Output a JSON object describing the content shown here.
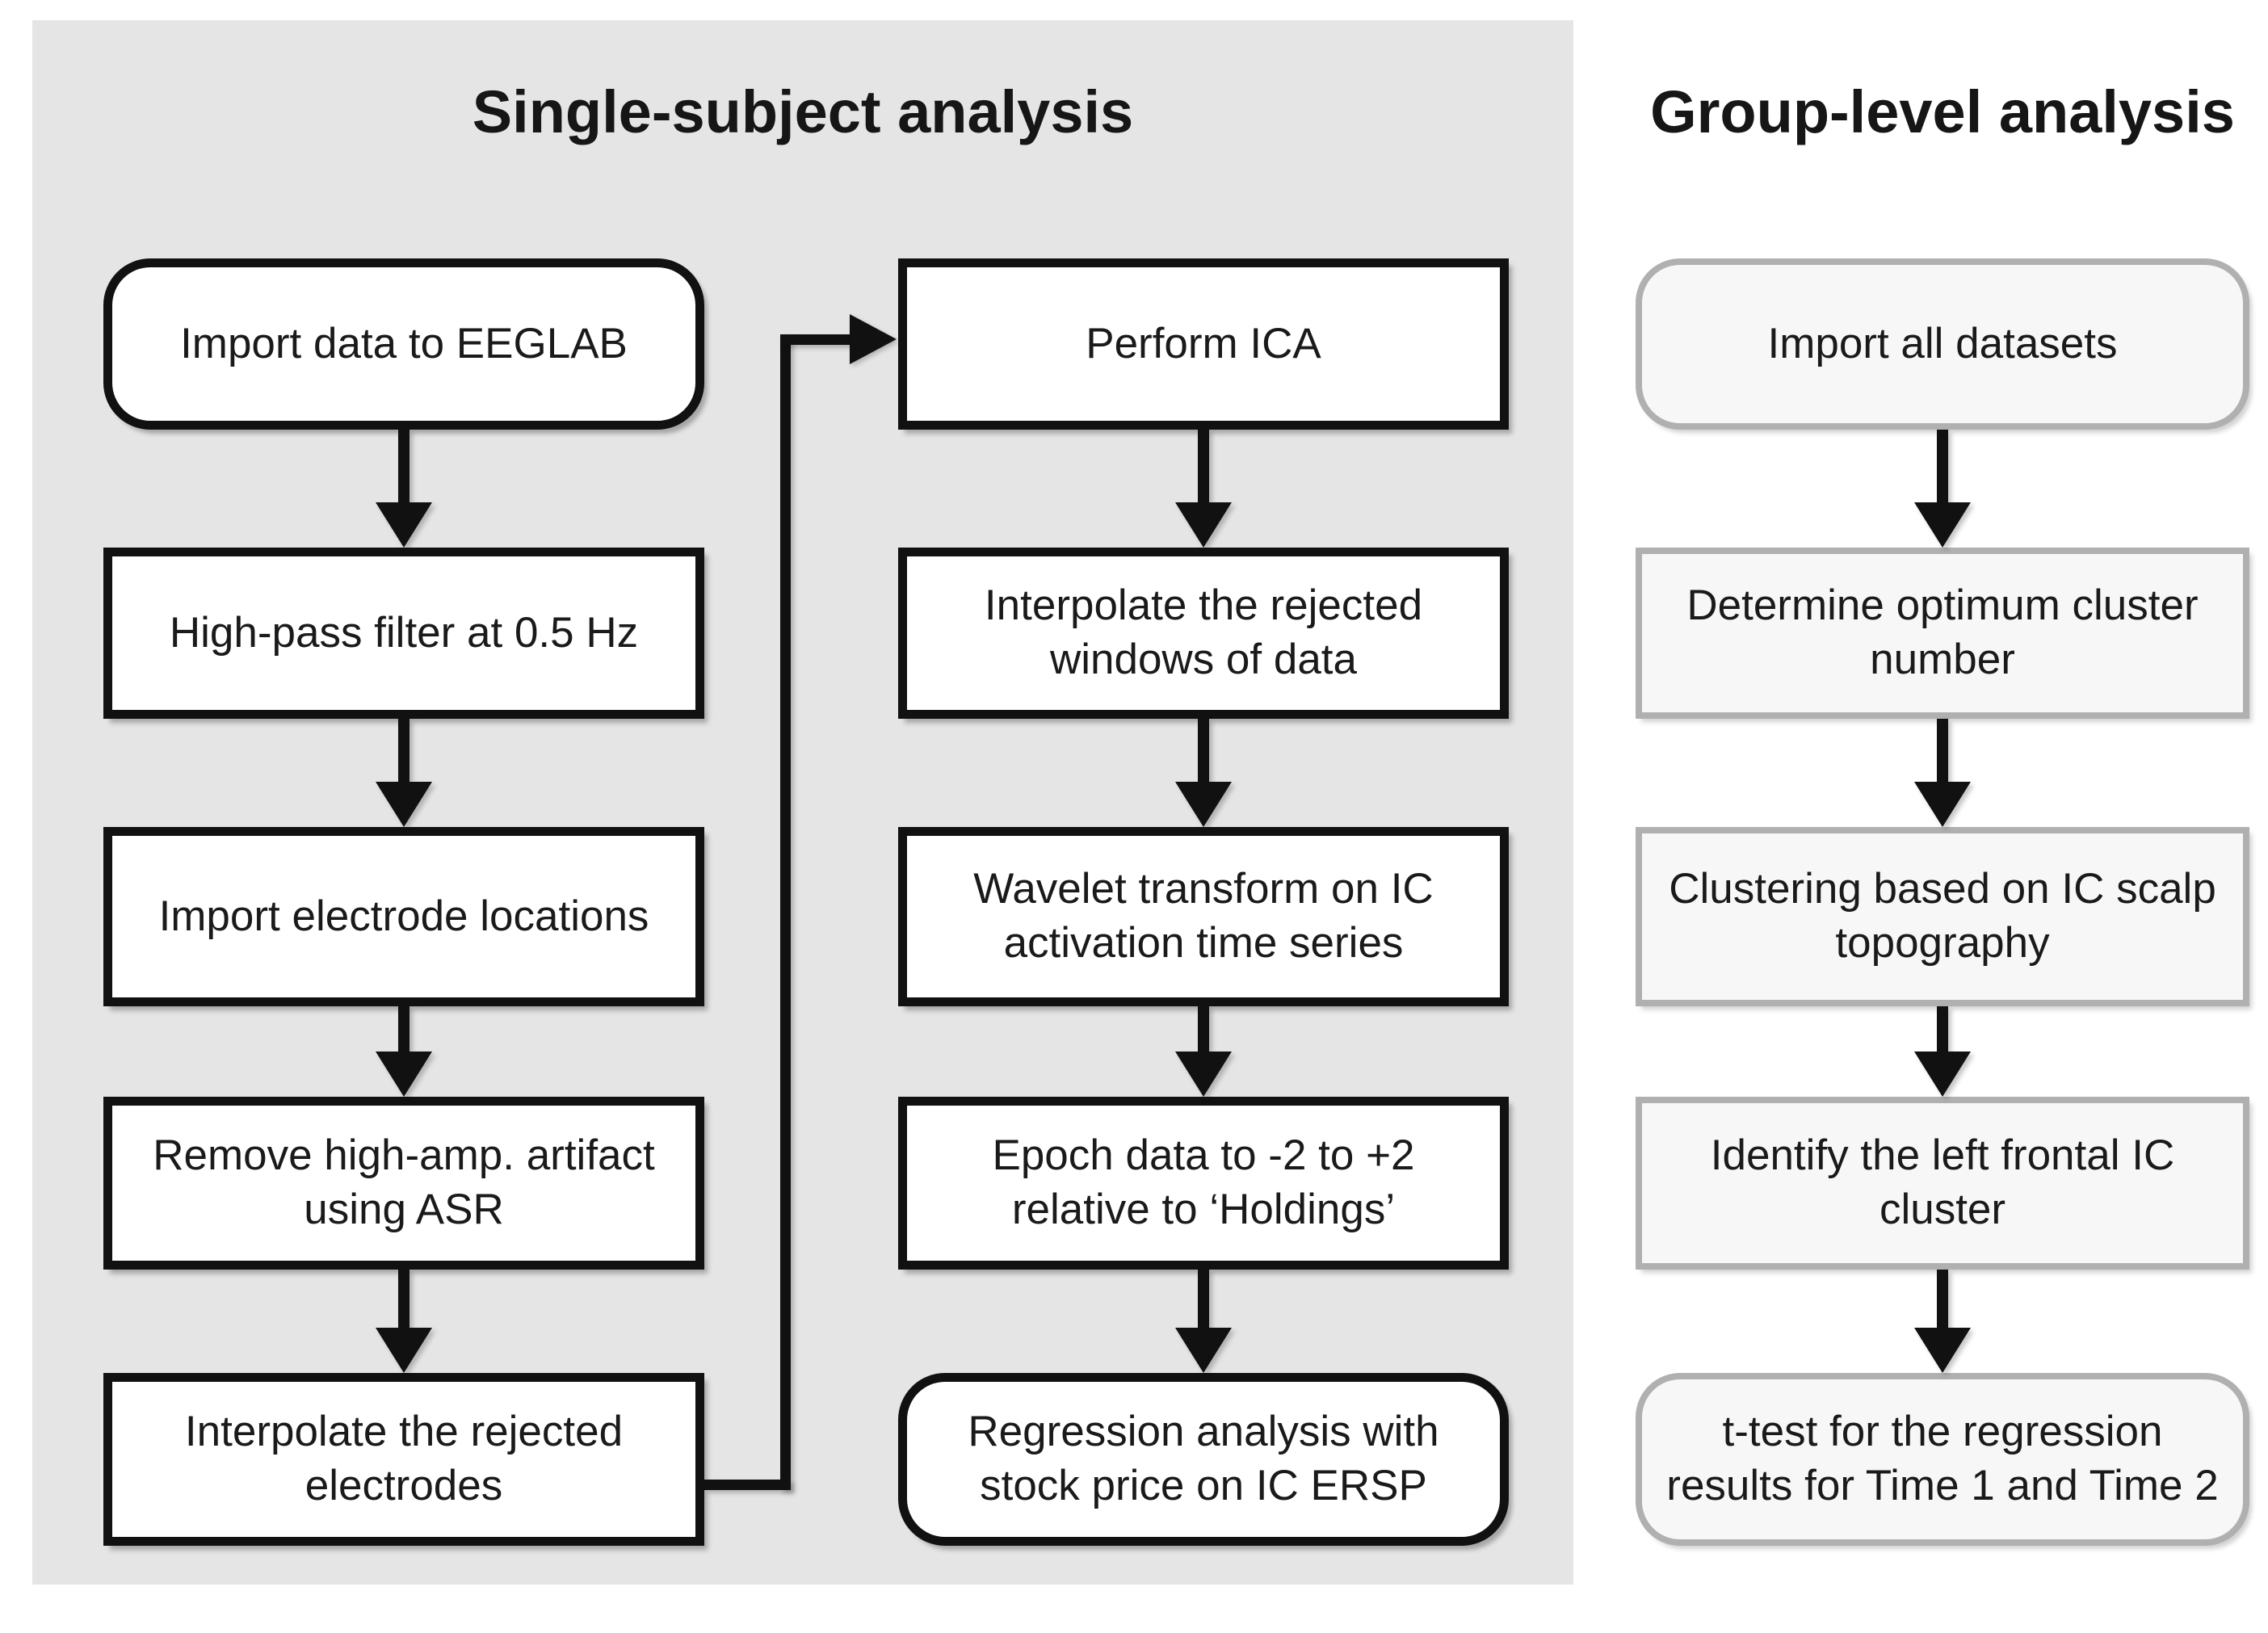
{
  "titles": {
    "single_subject": "Single-subject analysis",
    "group_level": "Group-level analysis"
  },
  "flow": {
    "left": {
      "steps": [
        "Import data to EEGLAB",
        "High-pass filter at 0.5 Hz",
        "Import electrode locations",
        "Remove high-amp. artifact\nusing ASR",
        "Interpolate the rejected\nelectrodes"
      ]
    },
    "middle": {
      "steps": [
        "Perform ICA",
        "Interpolate the rejected\nwindows of data",
        "Wavelet transform on IC\nactivation time series",
        "Epoch data to -2 to +2\nrelative to ‘Holdings’",
        "Regression analysis with\nstock price on IC ERSP"
      ]
    },
    "group": {
      "steps": [
        "Import all datasets",
        "Determine optimum cluster\nnumber",
        "Clustering based on IC scalp\ntopography",
        "Identify the left frontal IC\ncluster",
        "t-test for the regression\nresults for Time 1 and Time 2"
      ]
    }
  },
  "colors": {
    "panel_background": "#e5e5e5",
    "black_box_border": "#111111",
    "black_box_fill": "#ffffff",
    "gray_box_border": "#b0b0b0",
    "gray_box_fill": "#f7f7f7",
    "arrow": "#111111",
    "text": "#1a1a1a"
  }
}
